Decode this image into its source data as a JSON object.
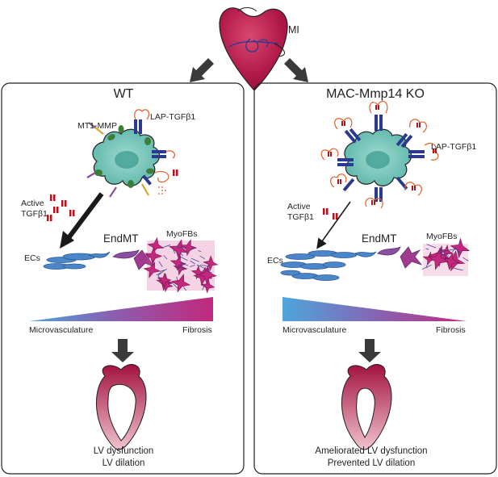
{
  "top": {
    "mi_label": "MI"
  },
  "panels": [
    {
      "title": "WT",
      "labels": {
        "mt1_mmp": "MT1-MMP",
        "lap_tgfb1": "LAP-TGFβ1",
        "active_tgfb1_line1": "Active",
        "active_tgfb1_line2": "TGFβ1",
        "ecs": "ECs",
        "endmt": "EndMT",
        "myofbs": "MyoFBs",
        "gradient_left": "Microvasculature",
        "gradient_right": "Fibrosis"
      },
      "outcome": [
        "LV dysfunction",
        "LV dilation"
      ]
    },
    {
      "title": "MAC-Mmp14 KO",
      "labels": {
        "lap_tgfb1": "LAP-TGFβ1",
        "active_tgfb1_line1": "Active",
        "active_tgfb1_line2": "TGFβ1",
        "ecs": "ECs",
        "endmt": "EndMT",
        "myofbs": "MyoFBs",
        "gradient_left": "Microvasculature",
        "gradient_right": "Fibrosis"
      },
      "outcome": [
        "Ameliorated LV dysfunction",
        "Prevented LV dilation"
      ]
    }
  ],
  "colors": {
    "heart_dark": "#a3123f",
    "heart_light": "#f2c2cc",
    "macrophage": "#6fc3b8",
    "receptor": "#2b3a8f",
    "mmp_green": "#3d7d3a",
    "lap_orange": "#e0602b",
    "tgf_red": "#b5121b",
    "ec_blue": "#4b86c8",
    "endmt_purple": "#8a4fa0",
    "myofb_magenta": "#c2287d",
    "gradient_blue": "#4ea6dc",
    "gradient_magenta": "#c2287d",
    "arrow_gray": "#3a3a3a"
  }
}
